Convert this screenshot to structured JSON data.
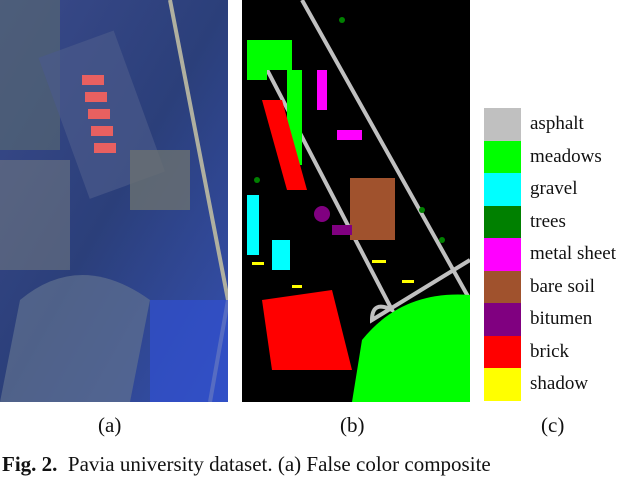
{
  "panels": {
    "a": "(a)",
    "b": "(b)",
    "c": "(c)"
  },
  "legend": [
    {
      "label": "asphalt",
      "color": "#c0c0c0"
    },
    {
      "label": "meadows",
      "color": "#00ff00"
    },
    {
      "label": "gravel",
      "color": "#00ffff"
    },
    {
      "label": "trees",
      "color": "#008000"
    },
    {
      "label": "metal sheet",
      "color": "#ff00ff"
    },
    {
      "label": "bare soil",
      "color": "#a0522d"
    },
    {
      "label": "bitumen",
      "color": "#800080"
    },
    {
      "label": "brick",
      "color": "#ff0000"
    },
    {
      "label": "shadow",
      "color": "#ffff00"
    }
  ],
  "caption": {
    "prefix": "Fig. 2.",
    "text": "Pavia university dataset. (a) False color composite"
  }
}
